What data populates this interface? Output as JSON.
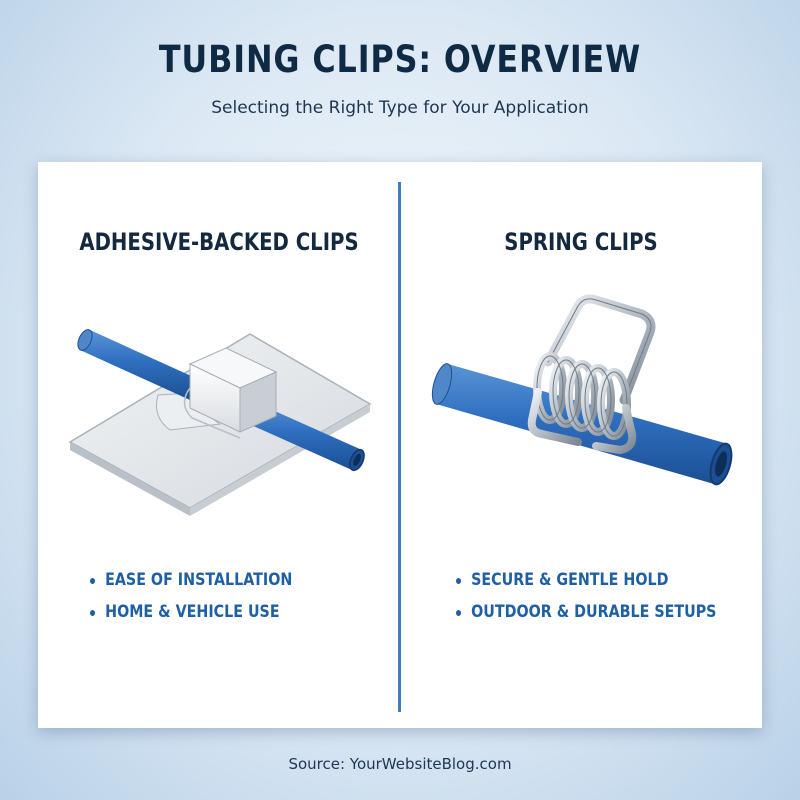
{
  "header": {
    "title": "TUBING CLIPS: OVERVIEW",
    "subtitle": "Selecting the Right Type for Your Application"
  },
  "panels": [
    {
      "title": "ADHESIVE-BACKED CLIPS",
      "illustration": "adhesive-clip-on-tube",
      "features": [
        "EASE OF INSTALLATION",
        "HOME & VEHICLE USE"
      ]
    },
    {
      "title": "SPRING CLIPS",
      "illustration": "spring-clip-on-tube",
      "features": [
        "SECURE & GENTLE HOLD",
        "OUTDOOR & DURABLE SETUPS"
      ]
    }
  ],
  "footer": {
    "source": "Source: YourWebsiteBlog.com"
  },
  "colors": {
    "title": "#0f2a45",
    "accent": "#1f5fa3",
    "tube": "#2f6fc0",
    "divider": "#3f7dbd"
  }
}
